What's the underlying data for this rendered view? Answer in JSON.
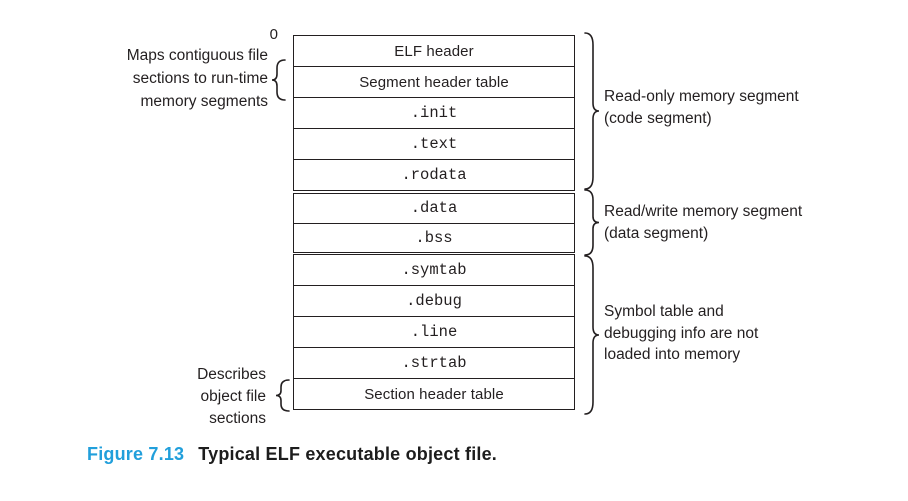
{
  "figure": {
    "origin_label": "0",
    "colors": {
      "accent": "#219FDB",
      "ink": "#231F20"
    },
    "stack": {
      "groups": [
        {
          "name": "read-only-segment",
          "rows": [
            {
              "label": "ELF header"
            },
            {
              "label": "Segment header table"
            },
            {
              "label": ".init"
            },
            {
              "label": ".text"
            },
            {
              "label": ".rodata"
            }
          ]
        },
        {
          "name": "read-write-segment",
          "rows": [
            {
              "label": ".data"
            },
            {
              "label": ".bss"
            }
          ]
        },
        {
          "name": "not-loaded",
          "rows": [
            {
              "label": ".symtab"
            },
            {
              "label": ".debug"
            },
            {
              "label": ".line"
            },
            {
              "label": ".strtab"
            },
            {
              "label": "Section header table"
            }
          ]
        }
      ]
    },
    "left_annotations": [
      {
        "lines": [
          "Maps contiguous file",
          "sections to run-time",
          "memory segments"
        ]
      },
      {
        "lines": [
          "Describes",
          "object file",
          "sections"
        ]
      }
    ],
    "right_annotations": [
      {
        "lines": [
          "Read-only memory segment",
          "(code segment)"
        ]
      },
      {
        "lines": [
          "Read/write memory segment",
          "(data segment)"
        ]
      },
      {
        "lines": [
          "Symbol table and",
          "debugging info are not",
          "loaded into memory"
        ]
      }
    ],
    "caption": {
      "label": "Figure 7.13",
      "title": "Typical ELF executable object file."
    }
  }
}
